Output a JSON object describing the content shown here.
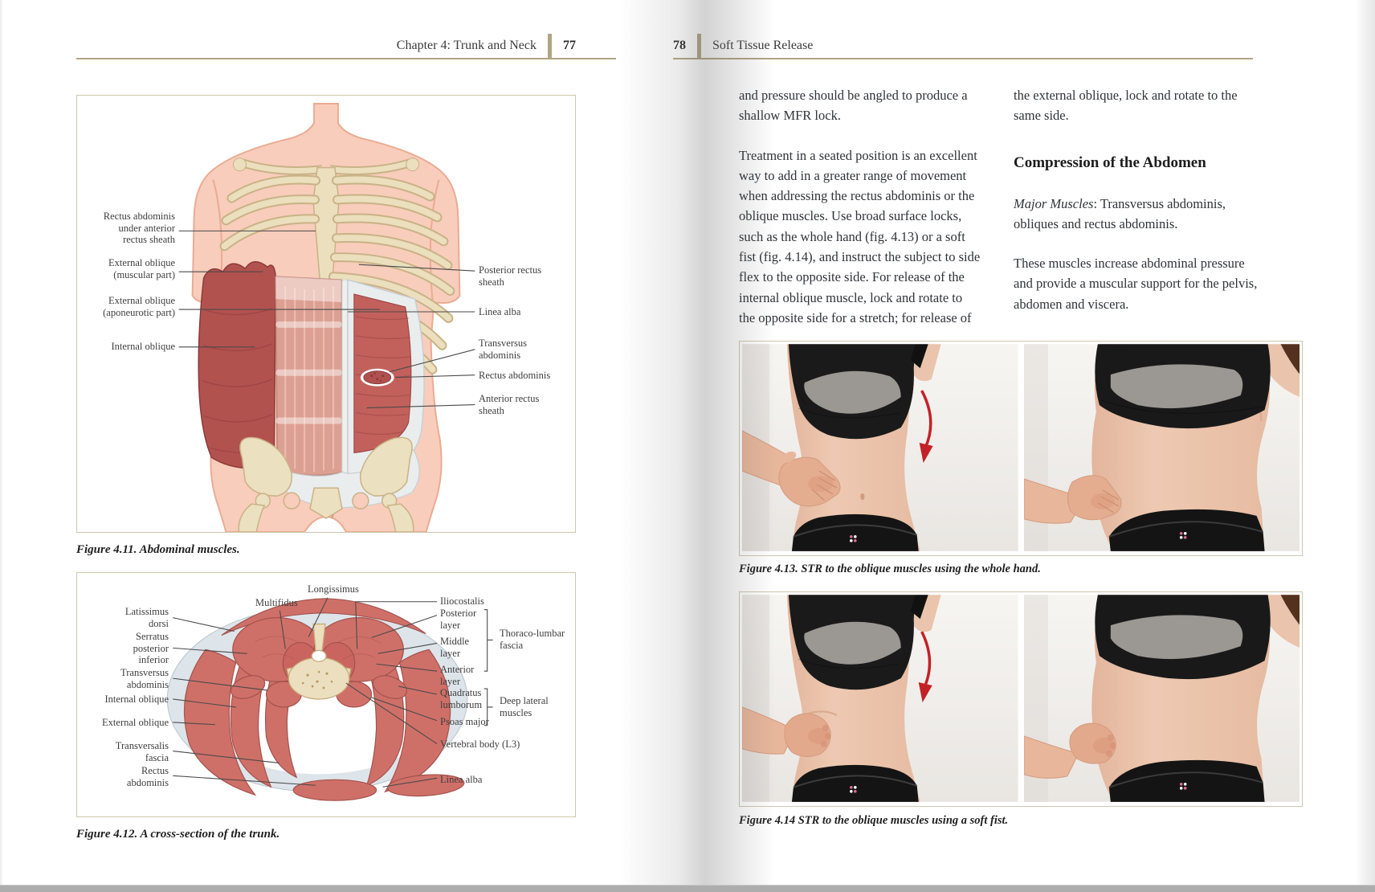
{
  "colors": {
    "accent_tan": "#b2a584",
    "arrow_red": "#c32128",
    "muscle_red": "#cf7068",
    "bone": "#ecdfc0"
  },
  "page77": {
    "header": {
      "title": "Chapter 4: Trunk and Neck",
      "page_number": "77"
    },
    "fig411": {
      "caption": "Figure 4.11. Abdominal muscles.",
      "labels_left": [
        "Rectus abdominis\nunder anterior\nrectus sheath",
        "External oblique\n(muscular part)",
        "External oblique\n(aponeurotic part)",
        "Internal oblique"
      ],
      "labels_right": [
        "Posterior rectus\nsheath",
        "Linea alba",
        "Transversus\nabdominis",
        "Rectus abdominis",
        "Anterior rectus\nsheath"
      ]
    },
    "fig412": {
      "caption": "Figure 4.12. A cross-section of the trunk.",
      "labels_top": [
        "Longissimus",
        "Multifidus",
        "Iliocostalis"
      ],
      "labels_left": [
        "Latissimus\ndorsi",
        "Serratus\nposterior\ninferior",
        "Transversus\nabdominis",
        "Internal oblique",
        "External oblique",
        "Transversalis\nfascia",
        "Rectus\nabdominis"
      ],
      "labels_right": [
        "Posterior\nlayer",
        "Middle\nlayer",
        "Anterior\nlayer",
        "Quadratus\nlumborum",
        "Psoas major",
        "Vertebral body (L3)",
        "Linea alba"
      ],
      "group_labels": [
        "Thoraco-lumbar\nfascia",
        "Deep lateral\nmuscles"
      ]
    }
  },
  "page78": {
    "header": {
      "page_number": "78",
      "title": "Soft Tissue Release"
    },
    "column1": {
      "para1": "and pressure should be angled to produce a\nshallow MFR lock.",
      "para2": "Treatment in a seated position is an excellent\nway to add in a greater range of movement\nwhen addressing the rectus abdominis or the\noblique muscles. Use broad surface locks,\nsuch as the whole hand (fig. 4.13) or a soft\nfist (fig. 4.14), and instruct the subject to side\nflex to the opposite side. For release of the\ninternal oblique muscle, lock and rotate to\nthe opposite side for a stretch; for release of"
    },
    "column2": {
      "para1": "the external oblique, lock and rotate to the\nsame side.",
      "heading": "Compression of the Abdomen",
      "para2_italic_lead": "Major Muscles",
      "para2_rest": ": Transversus abdominis,\nobliques and rectus abdominis.",
      "para3": "These muscles increase abdominal pressure\nand provide a muscular support for the pelvis,\nabdomen and viscera."
    },
    "fig413": {
      "caption": "Figure 4.13. STR to the oblique muscles using the whole hand."
    },
    "fig414": {
      "caption": "Figure 4.14 STR to the oblique muscles using a soft fist."
    }
  }
}
